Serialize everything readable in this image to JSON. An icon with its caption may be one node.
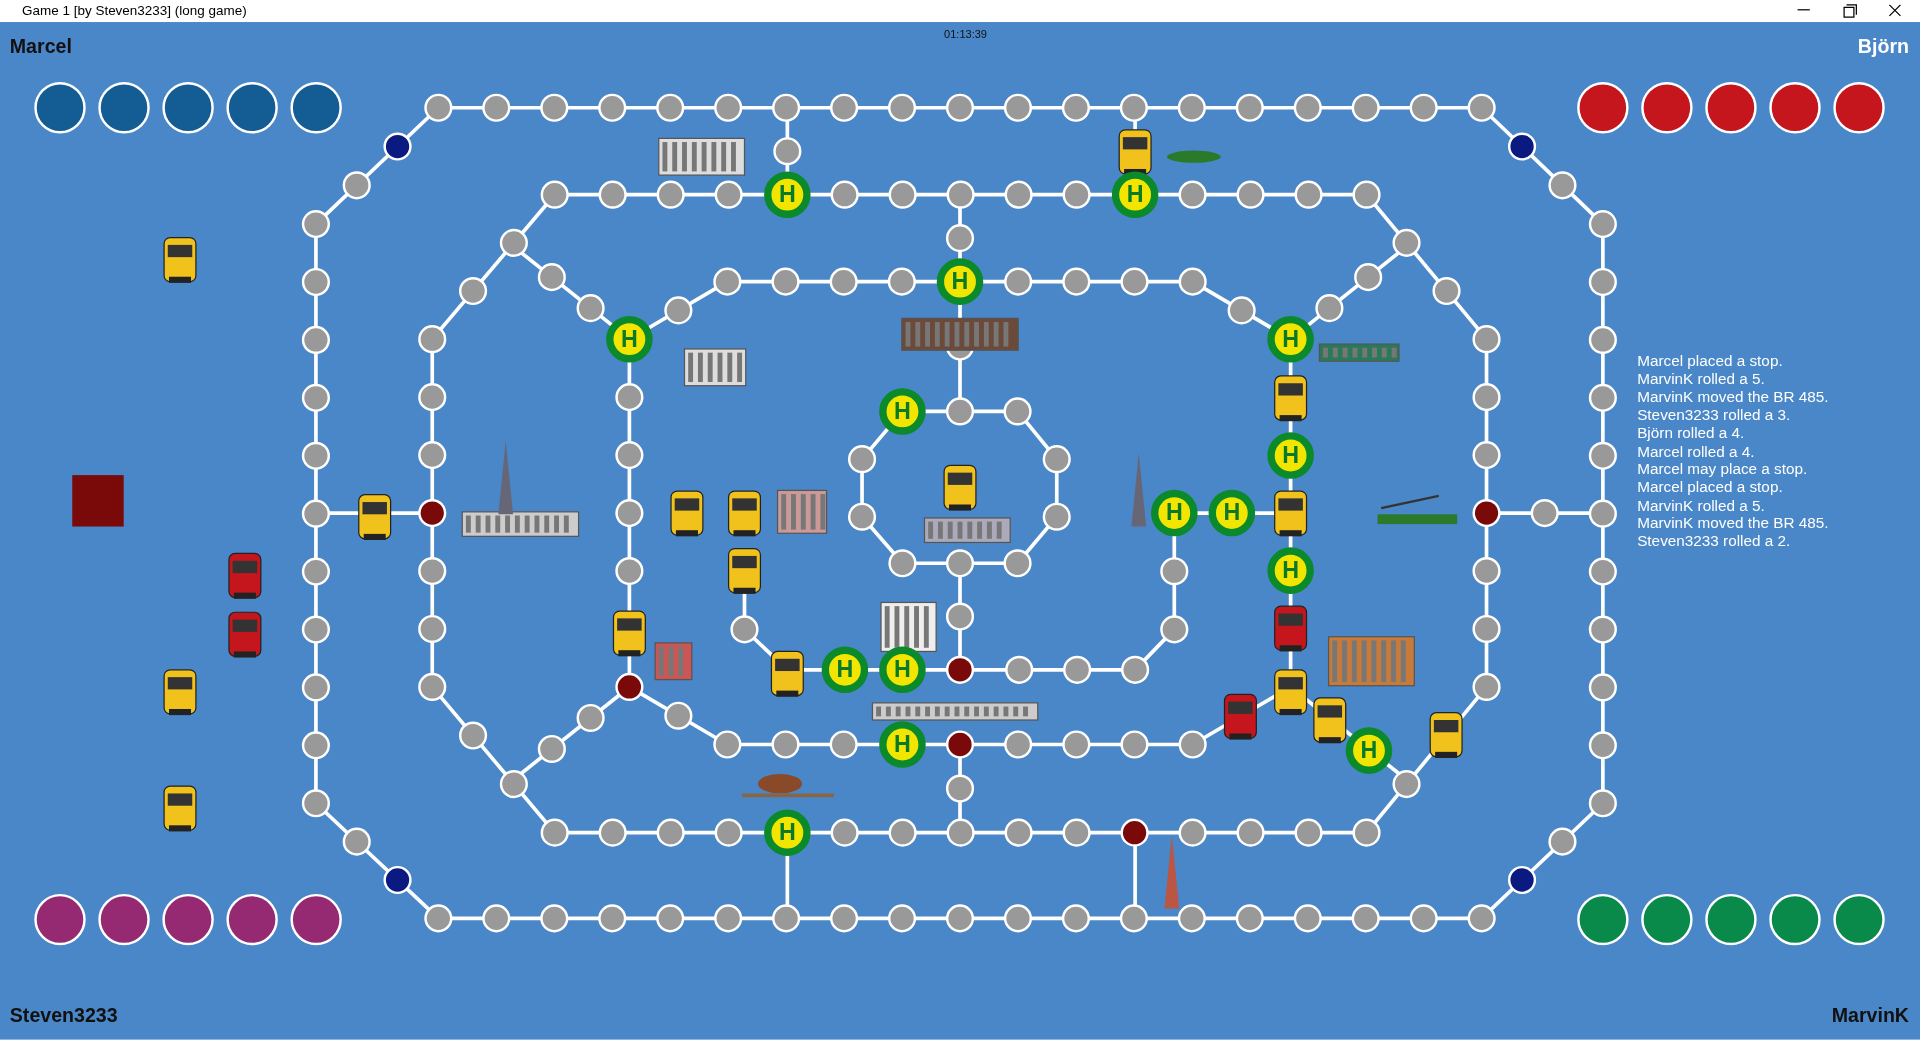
{
  "diagram": {
    "title": "Game 1 [by Steven3233] (long game)",
    "labels": [
      "01:13:39",
      "Marcel",
      "Björn",
      "H",
      "H",
      "H",
      "H",
      "H",
      "H",
      "H",
      "H",
      "H",
      "H",
      "H",
      "H",
      "H",
      "H",
      "H",
      "Marcel placed a stop.",
      "MarvinK rolled a 5.",
      "MarvinK moved the BR 485.",
      "Steven3233 rolled a 3.",
      "Björn rolled a 4.",
      "Marcel rolled a 4.",
      "Marcel may place a stop.",
      "Marcel placed a stop.",
      "MarvinK rolled a 5.",
      "MarvinK moved the BR 485.",
      "Steven3233 rolled a 2.",
      "Steven3233",
      "MarvinK"
    ]
  }
}
